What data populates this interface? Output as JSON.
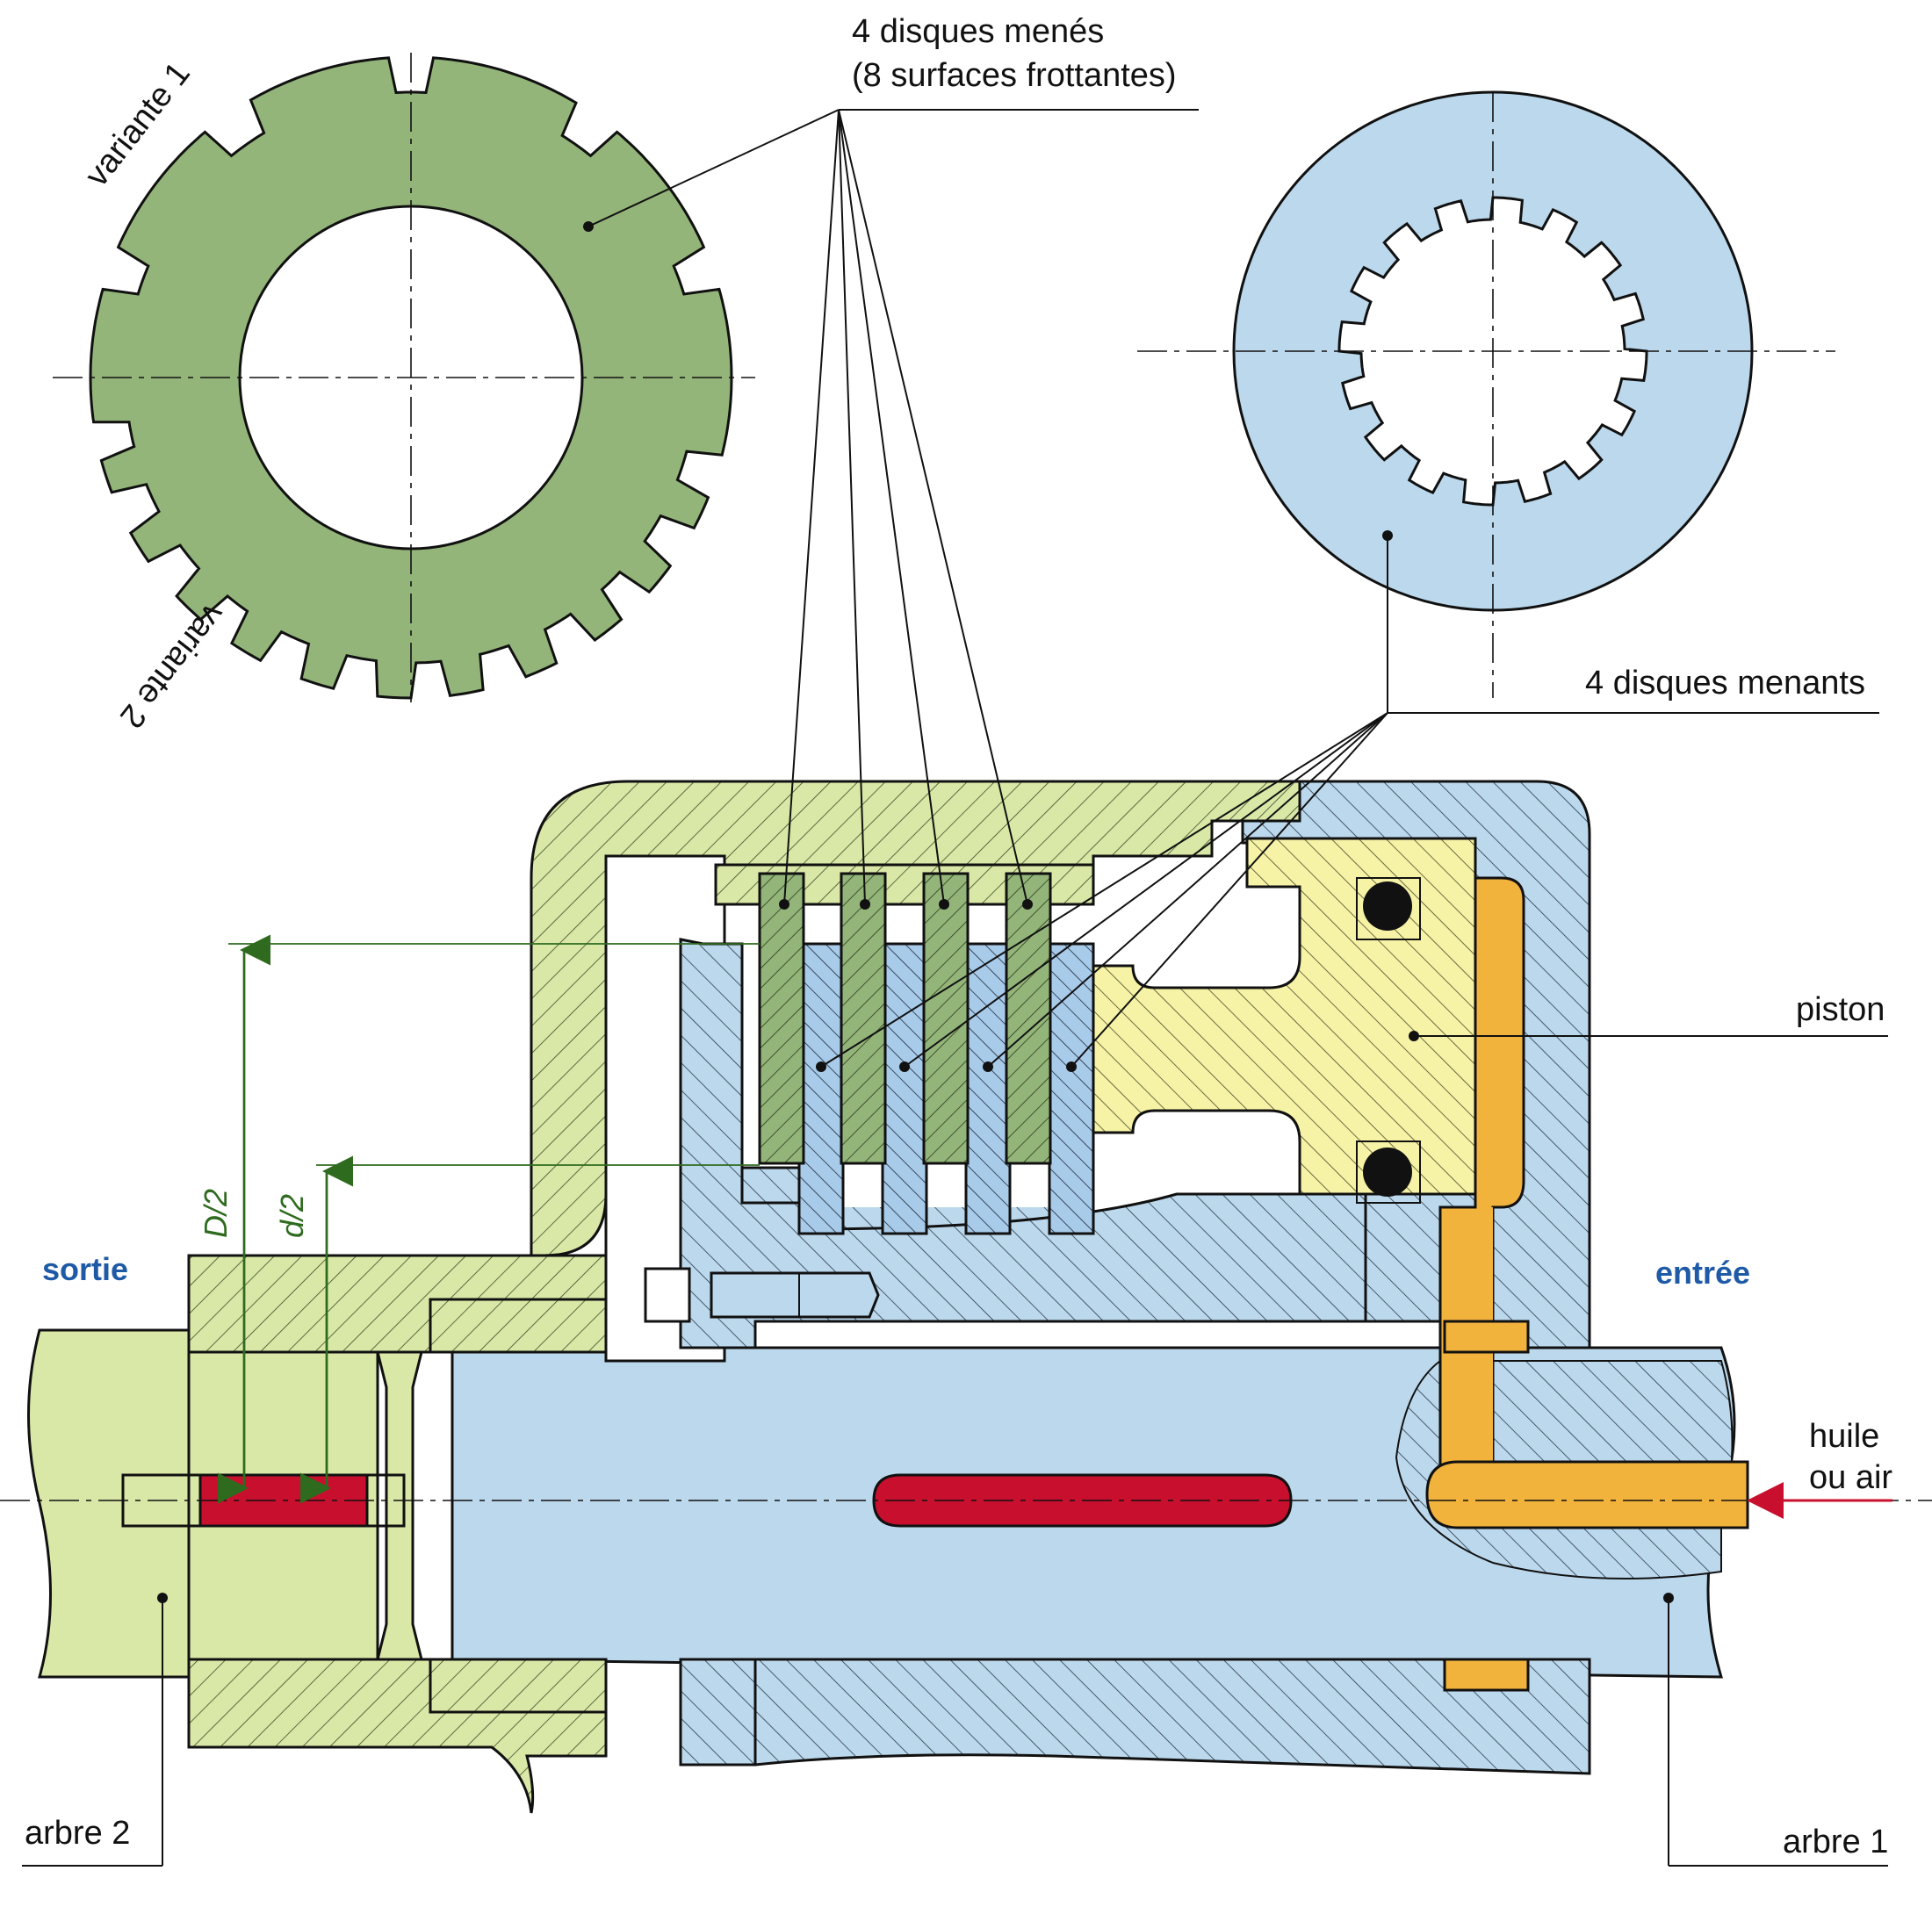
{
  "labels": {
    "driven_discs": "4 disques menés",
    "driven_discs_sub": "(8 surfaces frottantes)",
    "driving_discs": "4 disques menants",
    "variant1": "variante 1",
    "variant2": "variante 2",
    "piston": "piston",
    "output": "sortie",
    "input": "entrée",
    "oil1": "huile",
    "oil2": "ou air",
    "shaft2": "arbre 2",
    "shaft1": "arbre 1",
    "dim_D": "D/2",
    "dim_d": "d/2"
  },
  "colors": {
    "driven_green": "#94b57a",
    "driven_housing": "#d9e8a6",
    "driving_blue": "#bcd8ec",
    "disc_blue": "#a9cbea",
    "piston_yellow": "#f6f3a6",
    "oil_orange": "#f2b33d",
    "key_red": "#c8102e",
    "label_blue": "#1f5aa6",
    "dim_green": "#2f6b1e"
  }
}
